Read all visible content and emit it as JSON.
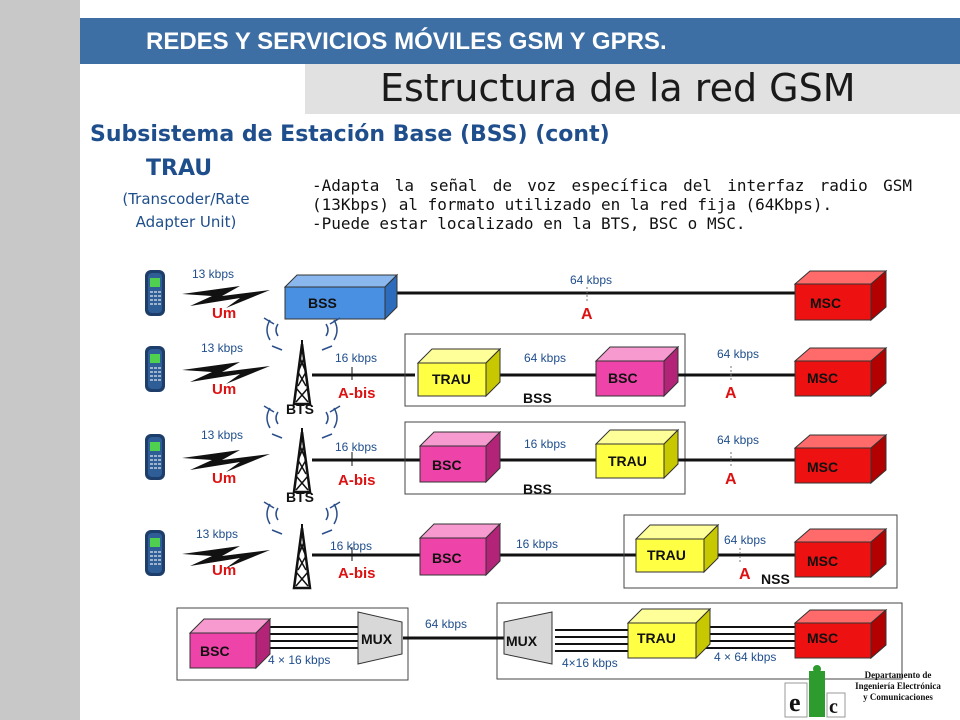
{
  "header": {
    "course_title": "REDES Y SERVICIOS MÓVILES GSM Y GPRS.",
    "slide_title": "Estructura de la red GSM",
    "subtitle": "Subsistema de Estación Base (BSS) (cont)"
  },
  "trau": {
    "name": "TRAU",
    "long_line1": "(Transcoder/Rate",
    "long_line2": "Adapter Unit)"
  },
  "description": {
    "line1": "-Adapta la señal de voz específica del interfaz radio GSM (13Kbps) al formato utilizado en la red fija (64Kbps).",
    "line2": "-Puede estar localizado en la BTS, BSC o MSC."
  },
  "diagram": {
    "row1": {
      "rate_left": "13 kbps",
      "um": "Um",
      "bss": "BSS",
      "rate_mid": "64 kbps",
      "a": "A",
      "msc": "MSC"
    },
    "row2": {
      "rate_left": "13 kbps",
      "um": "Um",
      "bts": "BTS",
      "rate_abis": "16 kbps",
      "abis": "A-bis",
      "trau": "TRAU",
      "rate_mid": "64 kbps",
      "bsc": "BSC",
      "bss": "BSS",
      "rate_a": "64 kbps",
      "a": "A",
      "msc": "MSC"
    },
    "row3": {
      "rate_left": "13 kbps",
      "um": "Um",
      "bts": "BTS",
      "rate_abis": "16 kbps",
      "abis": "A-bis",
      "bsc": "BSC",
      "rate_mid": "16 kbps",
      "trau": "TRAU",
      "bss": "BSS",
      "rate_a": "64 kbps",
      "a": "A",
      "msc": "MSC"
    },
    "row4": {
      "rate_left": "13 kbps",
      "um": "Um",
      "rate_abis": "16 kbps",
      "abis": "A-bis",
      "bsc": "BSC",
      "rate_mid": "16 kbps",
      "trau": "TRAU",
      "rate_a": "64 kbps",
      "a": "A",
      "nss": "NSS",
      "msc": "MSC"
    },
    "row5": {
      "bsc": "BSC",
      "mux1": "MUX",
      "rate_bsc_mux": "4 × 16 kbps",
      "rate_link": "64 kbps",
      "mux2": "MUX",
      "rate_mux_trau": "4×16 kbps",
      "trau": "TRAU",
      "rate_trau_msc": "4 × 64 kbps",
      "msc": "MSC"
    }
  },
  "footer": {
    "dept_line1": "Departamento de",
    "dept_line2": "Ingeniería Electrónica",
    "dept_line3": "y Comunicaciones"
  },
  "colors": {
    "header_blue": "#3d6ea4",
    "title_blue": "#1f4e8c",
    "msc_red": "#ee1111",
    "bss_blue": "#4a90e2",
    "trau_yellow": "#ffff44",
    "bsc_pink": "#ee44aa",
    "mux_gray": "#d8d8d8",
    "label_red": "#dd1111"
  }
}
